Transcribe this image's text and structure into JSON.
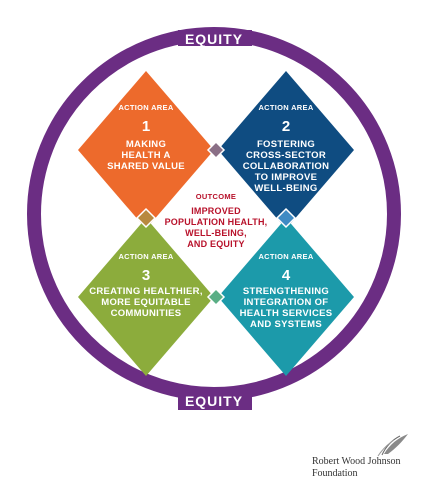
{
  "ring": {
    "top_label": "EQUITY",
    "bottom_label": "EQUITY"
  },
  "action_areas": [
    {
      "tag": "ACTION AREA",
      "number": "1",
      "lines": [
        "MAKING",
        "HEALTH A",
        "SHARED VALUE"
      ]
    },
    {
      "tag": "ACTION AREA",
      "number": "2",
      "lines": [
        "FOSTERING",
        "CROSS-SECTOR",
        "COLLABORATION",
        "TO IMPROVE",
        "WELL-BEING"
      ]
    },
    {
      "tag": "ACTION AREA",
      "number": "3",
      "lines": [
        "CREATING HEALTHIER,",
        "MORE EQUITABLE",
        "COMMUNITIES"
      ]
    },
    {
      "tag": "ACTION AREA",
      "number": "4",
      "lines": [
        "STRENGTHENING",
        "INTEGRATION OF",
        "HEALTH SERVICES",
        "AND SYSTEMS"
      ]
    }
  ],
  "outcome": {
    "tag": "OUTCOME",
    "lines": [
      "IMPROVED",
      "POPULATION HEALTH,",
      "WELL-BEING,",
      "AND EQUITY"
    ]
  },
  "logo": {
    "line1": "Robert Wood Johnson",
    "line2": "Foundation"
  },
  "colors": {
    "ring": "#6b2d83",
    "area1": "#ed6a2c",
    "area2": "#0f4c81",
    "area3": "#8cac3c",
    "area4": "#1c9aaa",
    "outcome": "#b8122b"
  }
}
